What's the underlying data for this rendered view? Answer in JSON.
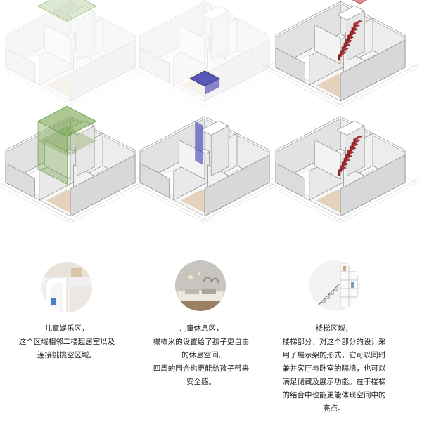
{
  "panels": [
    {
      "title": "儿童娱乐区，",
      "lines": [
        "这个区域相邻二楼起居室以及",
        "连接挑挑空区域。"
      ],
      "highlight_color": "#6a9a3a",
      "photo_icon": "kids-play-room-photo"
    },
    {
      "title": "儿童休息区，",
      "lines": [
        "榻榻米的设置给了孩子更自由",
        "的休息空间,",
        "四周的围合也更能给孩子带来",
        "安全感。"
      ],
      "highlight_color": "#3d3ab0",
      "photo_icon": "tatami-rest-room-photo"
    },
    {
      "title": "楼梯区域，",
      "lines": [
        "楼梯部分，对这个部分的设计采",
        "用了展示架的形式，它可以同时",
        "兼并客厅与卧室的隔墙，也可以",
        "满足储藏及展示功能。在于楼梯",
        "的结合中也能更能体现空间中的",
        "亮点。"
      ],
      "highlight_color": "#c0353a",
      "photo_icon": "staircase-shelf-photo"
    }
  ]
}
